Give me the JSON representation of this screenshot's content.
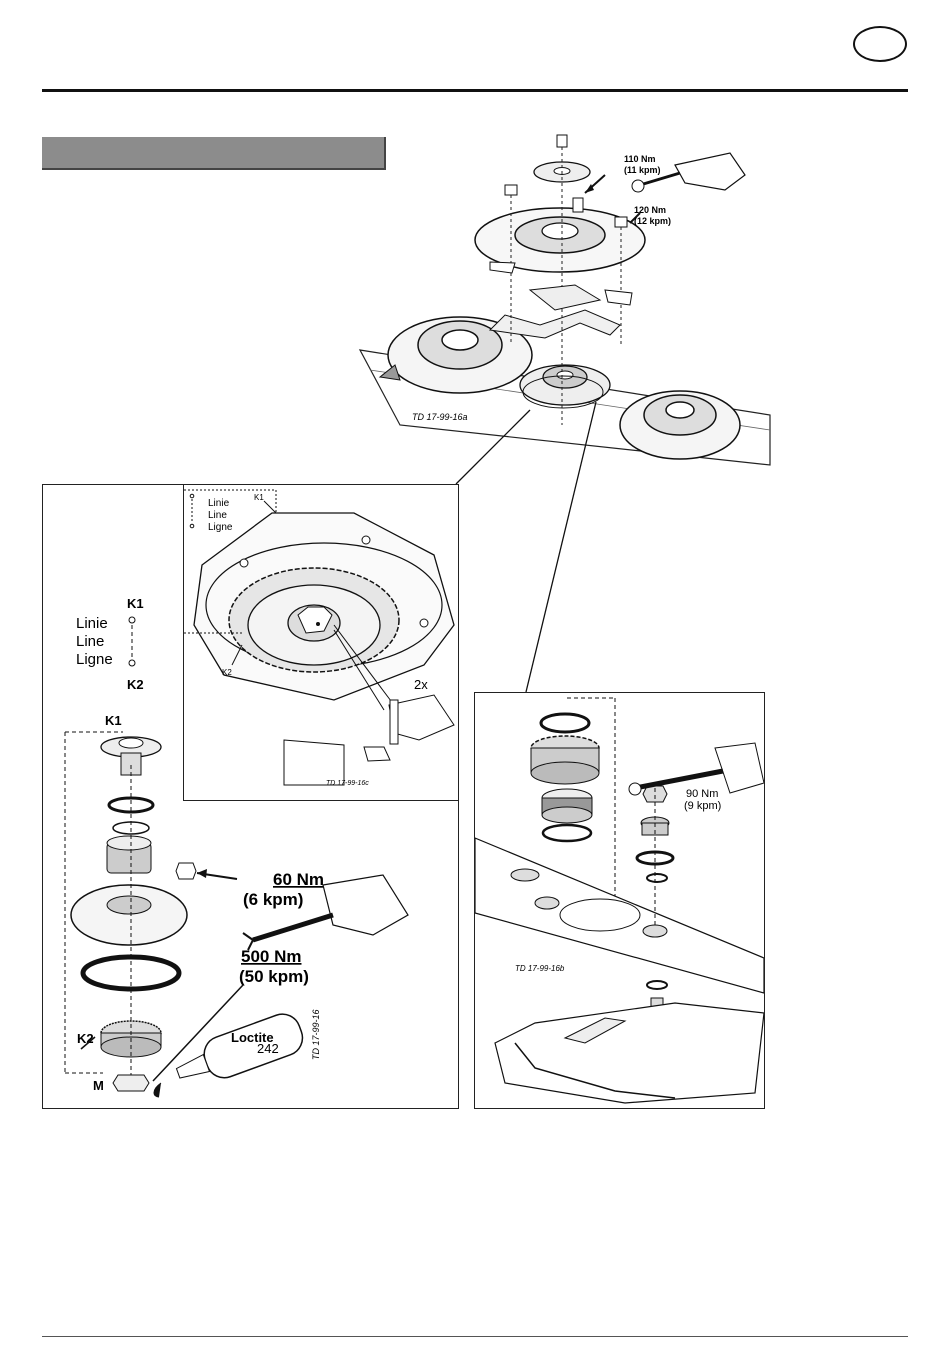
{
  "page": {
    "section_header_text": ""
  },
  "top_figure": {
    "torque_1": "110 Nm",
    "torque_1_kpm": "(11 kpm)",
    "torque_2": "120 Nm",
    "torque_2_kpm": "(12 kpm)",
    "ref": "TD 17-99-16a"
  },
  "left_panel": {
    "k1": "K1",
    "k2": "K2",
    "line_labels": [
      "Linie",
      "Line",
      "Ligne"
    ],
    "torque_60": "60 Nm",
    "torque_60_kpm": "(6 kpm)",
    "torque_500": "500 Nm",
    "torque_500_kpm": "(50 kpm)",
    "m_label": "M",
    "loctite": "Loctite",
    "loctite_num": "242",
    "ref": "TD 17-99-16"
  },
  "inset_panel": {
    "line_labels": [
      "Linie",
      "Line",
      "Ligne"
    ],
    "k1": "K1",
    "k2": "K2",
    "count": "2x",
    "ref": "TD 17-99-16c"
  },
  "right_panel": {
    "torque": "90 Nm",
    "torque_kpm": "(9 kpm)",
    "ref": "TD 17-99-16b"
  }
}
